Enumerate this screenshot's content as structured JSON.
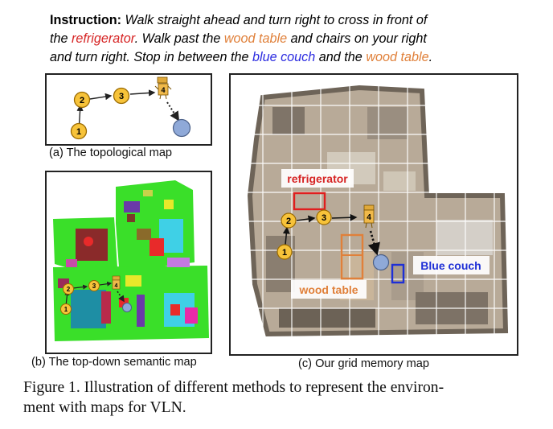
{
  "instruction": {
    "label": "Instruction:",
    "t1": " Walk straight ahead and turn right to cross in front of",
    "t2": "the ",
    "refrigerator": "refrigerator",
    "t3": ". Walk past the ",
    "wood_table": "wood table",
    "t4": " and chairs on your right",
    "t5": "and turn right. Stop in between the ",
    "blue_couch": "blue couch",
    "t6": " and the ",
    "wood_table2": "wood table",
    "t7": "."
  },
  "panel_a": {
    "caption": "(a) The topological map",
    "nodes": [
      "1",
      "2",
      "3",
      "4"
    ]
  },
  "panel_b": {
    "caption": "(b) The top-down semantic map",
    "nodes": [
      "1",
      "2",
      "3",
      "4"
    ]
  },
  "panel_c": {
    "caption": "(c) Our grid memory map",
    "nodes": [
      "1",
      "2",
      "3",
      "4"
    ],
    "labels": {
      "refrigerator": "refrigerator",
      "wood_table": "wood table",
      "blue_couch": "Blue couch"
    }
  },
  "figure_caption": "Figure 1. Illustration of different methods to represent the environment with maps for VLN.",
  "figure_caption_line1": "Figure 1. Illustration of different methods to represent the environ-",
  "figure_caption_line2": "ment with maps for VLN.",
  "colors": {
    "node_fill": "#f7c33a",
    "node_stroke": "#9a6a00",
    "goal_fill": "#8fa9d8",
    "refrigerator": "#d62424",
    "wood_table": "#e0803a",
    "blue_couch": "#1e2fd6"
  }
}
